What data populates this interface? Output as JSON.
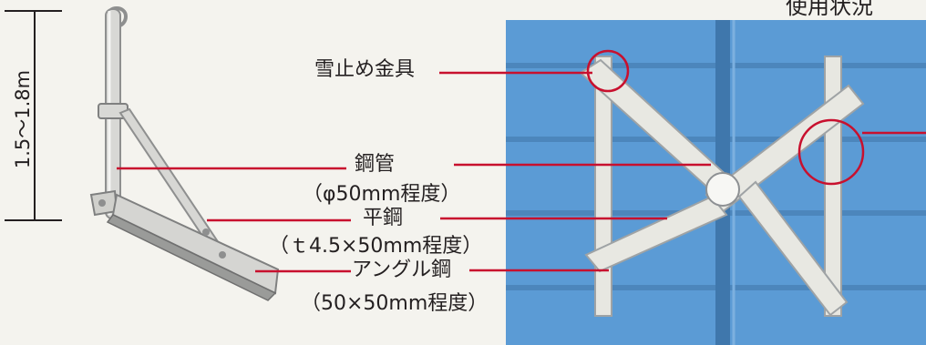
{
  "dimension_label": "1.5～1.8m",
  "title_partial": "使用状況",
  "labels": {
    "snow_guard": "雪止め金具",
    "steel_pipe": "鋼管",
    "steel_pipe_spec": "（φ50mm程度）",
    "flat_steel": "平鋼",
    "flat_steel_spec": "（ｔ4.5×50mm程度）",
    "angle_steel": "アングル鋼",
    "angle_steel_spec": "（50×50mm程度）"
  },
  "colors": {
    "leader_red": "#c8102e",
    "roof_blue": "#5b9bd5",
    "metal": "#d9d9d6"
  }
}
